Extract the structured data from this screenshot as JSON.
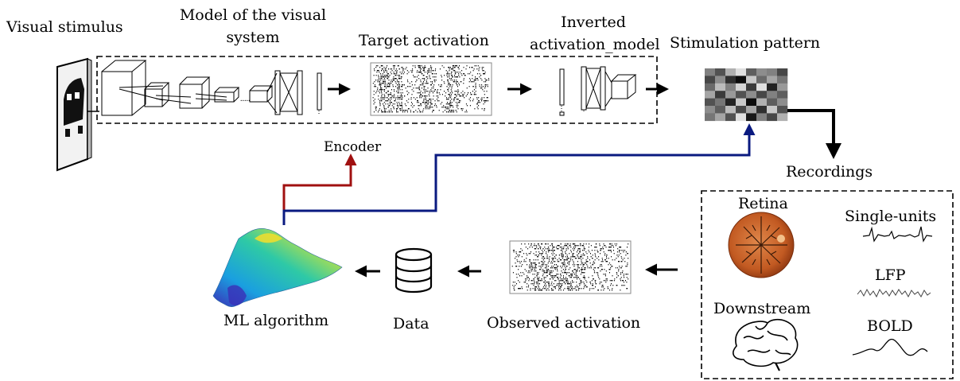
{
  "labels": {
    "visual_stimulus": "Visual stimulus",
    "model_line1": "Model of the visual",
    "model_line2": "system",
    "target_activation": "Target activation",
    "inverted_line1": "Inverted",
    "inverted_line2": "activation_model",
    "stimulation_pattern": "Stimulation pattern",
    "encoder": "Encoder",
    "recordings": "Recordings",
    "retina": "Retina",
    "single_units": "Single-units",
    "lfp": "LFP",
    "downstream": "Downstream",
    "bold": "BOLD",
    "ml_algorithm": "ML algorithm",
    "data": "Data",
    "observed_activation": "Observed activation"
  },
  "colors": {
    "encoder_arrow": "#a01010",
    "decoder_arrow": "#0a1a80",
    "retina": "#c25a22"
  },
  "stimulation_grid": [
    [
      0.55,
      0.35,
      0.75,
      0.95,
      0.4,
      0.6,
      0.55,
      0.3
    ],
    [
      0.3,
      0.6,
      0.2,
      0.05,
      0.85,
      0.45,
      0.7,
      0.5
    ],
    [
      0.45,
      0.8,
      0.55,
      0.9,
      0.25,
      0.95,
      0.15,
      0.65
    ],
    [
      0.7,
      0.25,
      0.65,
      0.35,
      0.6,
      0.3,
      0.55,
      0.4
    ],
    [
      0.35,
      0.5,
      0.15,
      0.85,
      0.05,
      0.75,
      0.4,
      0.6
    ],
    [
      0.6,
      0.4,
      0.8,
      0.3,
      0.7,
      0.2,
      0.85,
      0.35
    ],
    [
      0.5,
      0.7,
      0.35,
      0.95,
      0.1,
      0.55,
      0.3,
      0.75
    ]
  ]
}
